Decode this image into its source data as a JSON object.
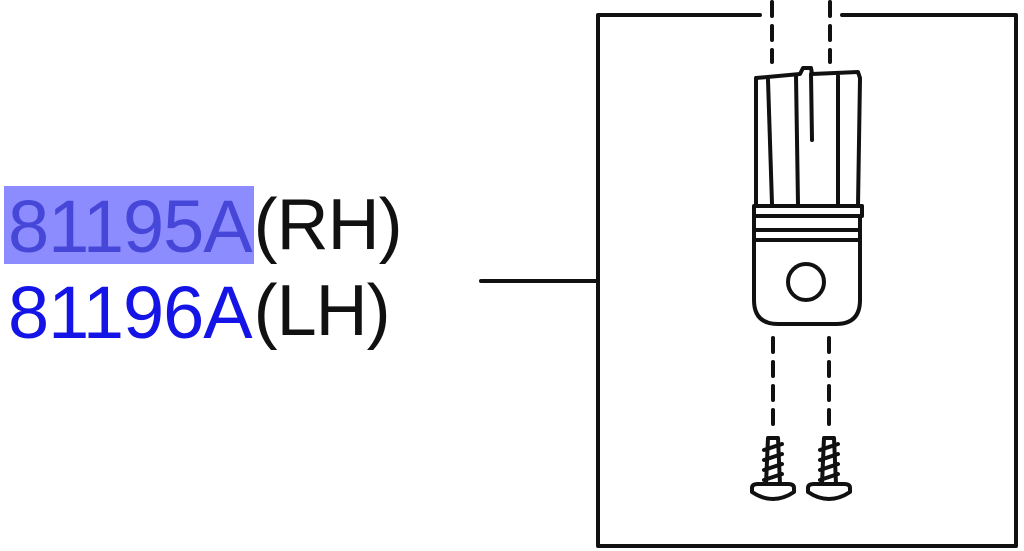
{
  "parts": [
    {
      "number": "81195A",
      "side": "(RH)",
      "highlighted": true
    },
    {
      "number": "81196A",
      "side": "(LH)",
      "highlighted": false
    }
  ],
  "colors": {
    "link": "#1414e6",
    "highlight": "#8c8cff",
    "line": "#111111"
  }
}
